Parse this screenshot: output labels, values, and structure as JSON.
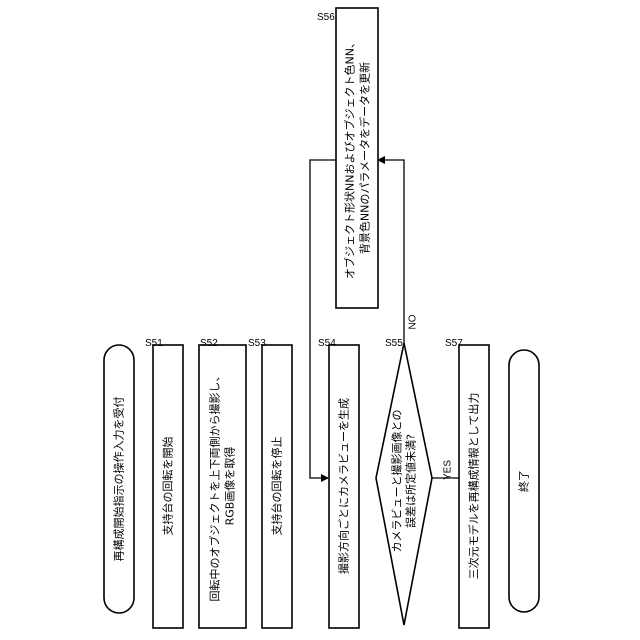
{
  "flowchart": {
    "start": {
      "text": "再構成開始指示の操作入力を受付"
    },
    "s51": {
      "step": "S51",
      "text": "支持台の回転を開始"
    },
    "s52": {
      "step": "S52",
      "line1": "回転中のオブジェクトを上下両側から撮影し、",
      "line2": "RGB画像を取得"
    },
    "s53": {
      "step": "S53",
      "text": "支持台の回転を停止"
    },
    "s54": {
      "step": "S54",
      "text": "撮影方向ごとにカメラビューを生成"
    },
    "s55": {
      "step": "S55",
      "line1": "カメラビューと撮影画像との",
      "line2": "誤差は所定値未満?"
    },
    "s56": {
      "step": "S56",
      "line1": "オブジェクト形状NNおよびオブジェクト色NN、",
      "line2": "背景色NNのパラメータをデータを更新"
    },
    "s57": {
      "step": "S57",
      "text": "三次元モデルを再構成情報として出力"
    },
    "end": {
      "text": "終了"
    },
    "branch_yes": "YES",
    "branch_no": "NO"
  }
}
